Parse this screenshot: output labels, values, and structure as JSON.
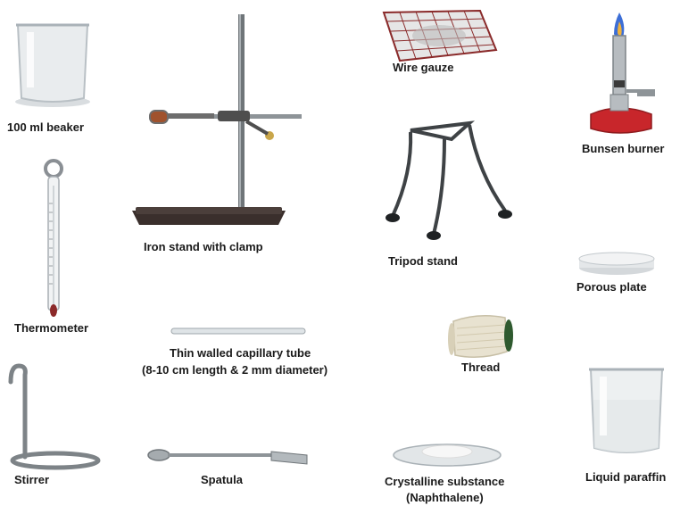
{
  "labels": {
    "beaker": "100 ml beaker",
    "iron_stand": "Iron stand with clamp",
    "wire_gauze": "Wire gauze",
    "bunsen_burner": "Bunsen burner",
    "thermometer": "Thermometer",
    "tripod": "Tripod stand",
    "porous_plate": "Porous plate",
    "capillary_line1": "Thin walled capillary tube",
    "capillary_line2": "(8-10 cm length & 2 mm diameter)",
    "thread": "Thread",
    "stirrer": "Stirrer",
    "spatula": "Spatula",
    "crystalline_line1": "Crystalline substance",
    "crystalline_line2": "(Naphthalene)",
    "liquid_paraffin": "Liquid paraffin"
  }
}
